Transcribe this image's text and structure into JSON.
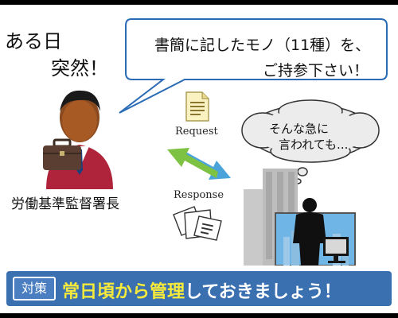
{
  "intro": {
    "line1": "ある日",
    "line2": "突然！"
  },
  "speech_bubble": {
    "line1": "書簡に記したモノ（11種）を、",
    "line2": "ご持参下さい！"
  },
  "thought_cloud": {
    "line1": "そんな急に",
    "line2": "言われても..."
  },
  "flow": {
    "request_label": "Request",
    "response_label": "Response"
  },
  "official_label": "労働基準監督署長",
  "banner": {
    "tag": "対策",
    "highlight": "常日頃から管理",
    "rest": "しておきましょう！"
  },
  "colors": {
    "banner_bg": "#3a6fb0",
    "highlight": "#f6ea3a",
    "arrow_green": "#7dc243",
    "arrow_blue": "#4aa3d9"
  },
  "icons": [
    "official-person-icon",
    "briefcase-icon",
    "document-icon",
    "request-arrow-icon",
    "response-arrow-icon",
    "papers-icon",
    "office-building-icon",
    "businessman-silhouette-icon",
    "computer-monitor-icon"
  ]
}
